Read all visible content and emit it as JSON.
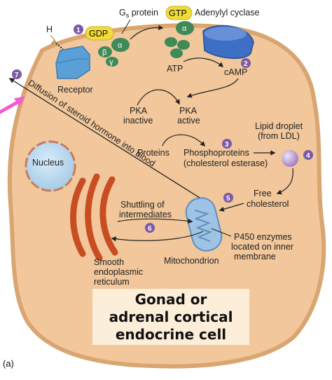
{
  "colors": {
    "cell_fill": "#f1c79b",
    "cell_stroke": "#d9a571",
    "badge": "#7b5aa6",
    "gdp_gtp": "#f2dc3a",
    "g_protein": "#3f8a56",
    "receptor": "#5aa0d6",
    "adenylyl": "#3d6fc4",
    "ser": "#d2562a",
    "mito": "#9fc3e5",
    "arrow_pink": "#f25bd2"
  },
  "labels": {
    "h": "H",
    "gdp": "GDP",
    "gtp": "GTP",
    "gs_g": "G",
    "gs_s": "s",
    "gs_protein": " protein",
    "adenylyl_cyclase": "Adenylyl cyclase",
    "receptor": "Receptor",
    "atp": "ATP",
    "camp": "cAMP",
    "pka_inactive_1": "PKA",
    "pka_inactive_2": "inactive",
    "pka_active_1": "PKA",
    "pka_active_2": "active",
    "proteins": "Proteins",
    "phospho_1": "Phosphoproteins",
    "phospho_2": "(cholesterol esterase)",
    "lipid_1": "Lipid droplet",
    "lipid_2": "(from LDL)",
    "nucleus": "Nucleus",
    "free_1": "Free",
    "free_2": "cholesterol",
    "shuttle_1": "Shuttling of",
    "shuttle_2": "intermediates",
    "p450_1": "P450 enzymes",
    "p450_2": "located on inner",
    "p450_3": "membrane",
    "mito": "Mitochondrion",
    "ser_1": "Smooth",
    "ser_2": "endoplasmic",
    "ser_3": "reticulum",
    "diffusion": "Diffusion of steroid hormone into blood",
    "alpha": "α",
    "beta": "β",
    "gamma": "γ"
  },
  "steps": [
    "1",
    "2",
    "3",
    "4",
    "5",
    "6",
    "7"
  ],
  "caption": {
    "line1": "Gonad or",
    "line2": "adrenal cortical",
    "line3": "endocrine cell"
  },
  "panel_label": "(a)"
}
